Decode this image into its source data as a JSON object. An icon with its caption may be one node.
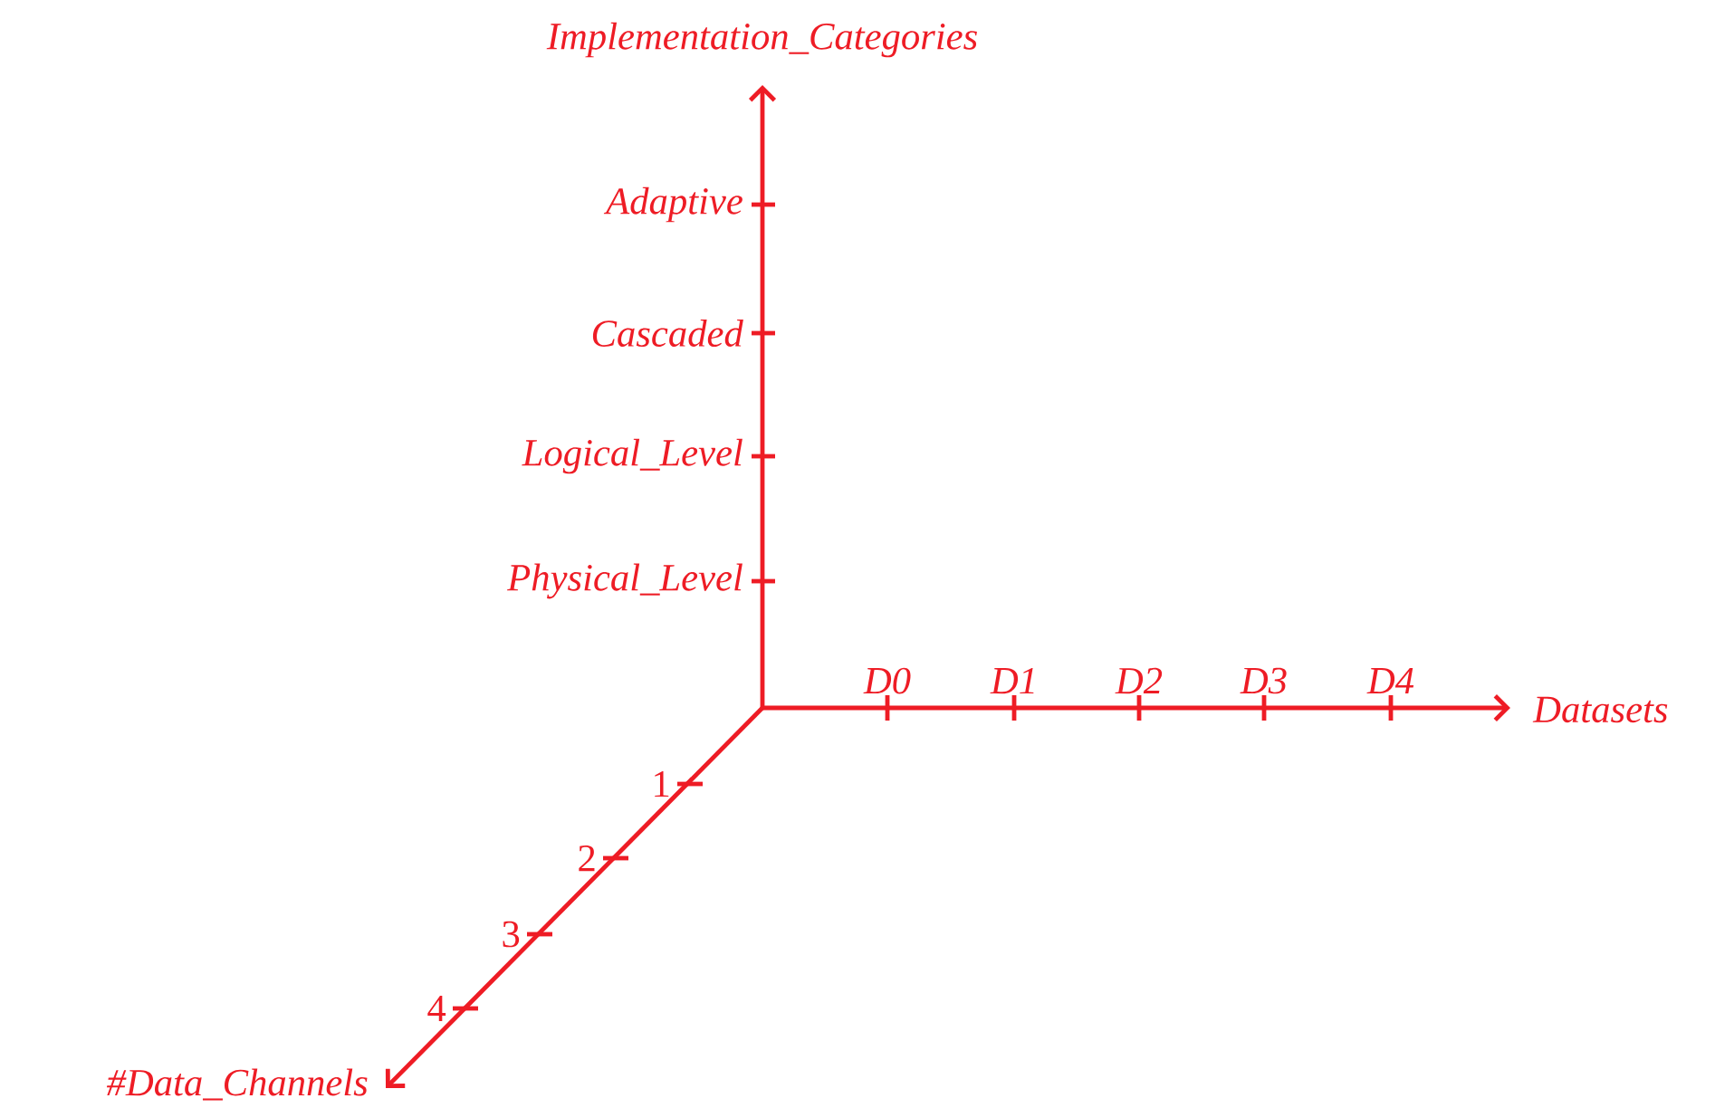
{
  "diagram": {
    "labels": [
      "Implementation_Categories",
      "Adaptive",
      "Cascaded",
      "Logical_Level",
      "Physical_Level",
      "D0",
      "D1",
      "D2",
      "D3",
      "D4",
      "Datasets",
      "1",
      "2",
      "3",
      "4",
      "#Data_Channels"
    ]
  }
}
